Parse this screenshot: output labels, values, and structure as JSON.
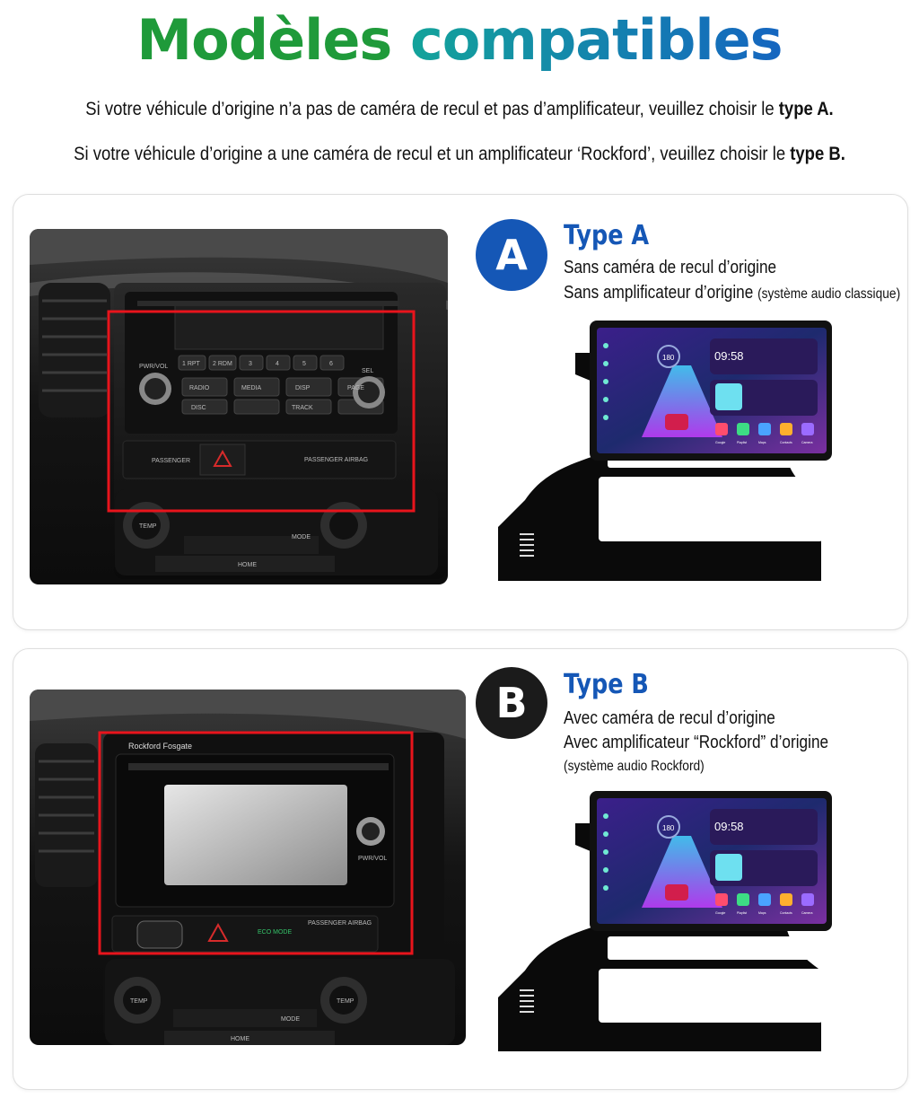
{
  "header": {
    "title_part1": "Modèles",
    "title_part2": "compatibles"
  },
  "intro": {
    "line_a_prefix": "Si votre véhicule d’origine n’a pas de caméra de recul et pas d’amplificateur, veuillez choisir le ",
    "line_a_bold": "type A.",
    "line_b_prefix": "Si votre véhicule d’origine a une caméra de recul et un amplificateur ‘Rockford’, veuillez choisir le ",
    "line_b_bold": "type B."
  },
  "type_a": {
    "badge": "A",
    "title": "Type A",
    "line1": "Sans caméra de recul d’origine",
    "line2_main": "Sans amplificateur d’origine ",
    "line2_small": "(système audio classique)",
    "radio": {
      "pwr_vol": "PWR/VOL",
      "sel": "SEL",
      "presets": [
        "1 RPT",
        "2 RDM",
        "3",
        "4",
        "5",
        "6"
      ],
      "row2": [
        "RADIO",
        "MEDIA",
        "DISP",
        "PAGE"
      ],
      "row3": [
        "DISC",
        "TRACK"
      ],
      "passenger": "PASSENGER",
      "airbag": "PASSENGER AIRBAG",
      "temp": "TEMP",
      "mode": "MODE",
      "home": "HOME"
    }
  },
  "type_b": {
    "badge": "B",
    "title": "Type B",
    "line1": "Avec caméra de recul d’origine",
    "line2": "Avec amplificateur “Rockford” d’origine",
    "line3": "(système audio Rockford)",
    "radio": {
      "brand": "Rockford Fosgate",
      "pwr_vol": "PWR/VOL",
      "eco": "ECO MODE",
      "airbag": "PASSENGER AIRBAG",
      "temp": "TEMP",
      "mode": "MODE",
      "home": "HOME"
    }
  },
  "head_unit": {
    "clock": "09:58",
    "speed": "180",
    "apps": [
      "Google",
      "Playlist",
      "Maps",
      "Contacts",
      "Camera"
    ]
  },
  "colors": {
    "badge_a": "#1557b6",
    "badge_b": "#1b1b1b",
    "title_green": "#1f9a3a",
    "title_blue": "#1565c0",
    "highlight_red": "#e8141c"
  }
}
